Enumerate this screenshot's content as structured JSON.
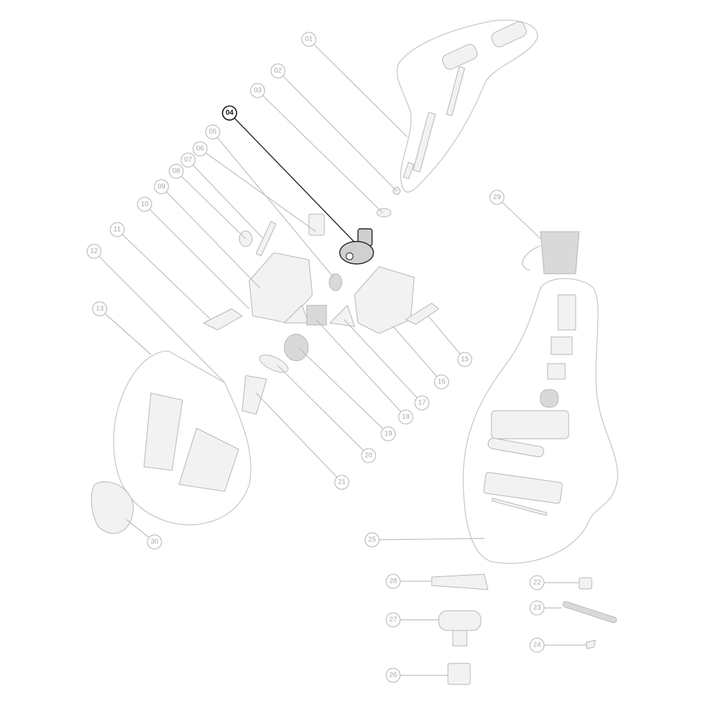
{
  "diagram": {
    "title": "Exploded parts diagram",
    "highlighted_part": "04",
    "callouts": [
      "01",
      "02",
      "03",
      "04",
      "05",
      "06",
      "07",
      "08",
      "09",
      "10",
      "11",
      "12",
      "13",
      "15",
      "16",
      "17",
      "18",
      "19",
      "20",
      "21",
      "22",
      "23",
      "24",
      "25",
      "26",
      "27",
      "28",
      "29",
      "30"
    ]
  }
}
